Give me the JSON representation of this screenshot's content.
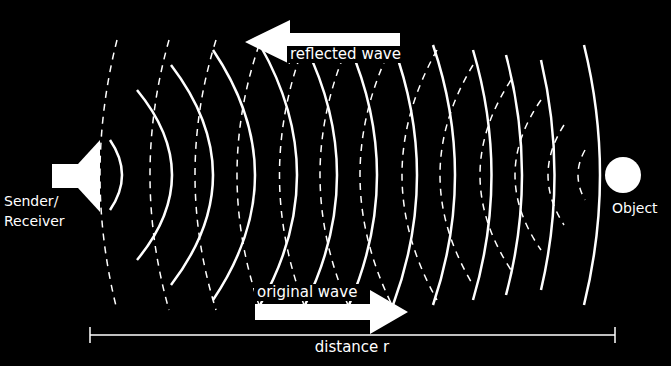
{
  "diagram": {
    "nodes": [
      {
        "text": [
          "Sender/ Receiver"
        ]
      },
      {
        "text": [
          "Object"
        ]
      }
    ],
    "labels": [
      "reflected wave",
      "original wave",
      "distance r"
    ]
  }
}
